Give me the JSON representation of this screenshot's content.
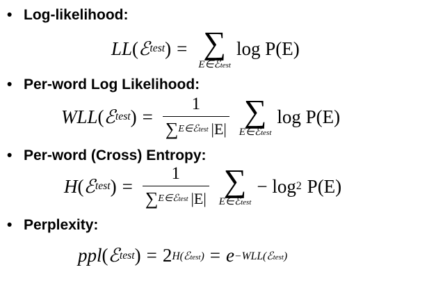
{
  "items": [
    {
      "label": "Log-likelihood:",
      "lhs": "LL",
      "arg": "ℰ",
      "arg_sub": "test",
      "sum_sub": "E∈ℰ",
      "sum_sub2": "test",
      "term": "log P(E)"
    },
    {
      "label": "Per-word Log Likelihood:",
      "lhs": "WLL",
      "arg": "ℰ",
      "arg_sub": "test",
      "frac_num": "1",
      "frac_den_sub": "E∈ℰ",
      "frac_den_sub2": "test",
      "frac_den_term": "|E|",
      "sum_sub": "E∈ℰ",
      "sum_sub2": "test",
      "term": "log P(E)"
    },
    {
      "label": "Per-word (Cross) Entropy:",
      "lhs": "H",
      "arg": "ℰ",
      "arg_sub": "test",
      "frac_num": "1",
      "frac_den_sub": "E∈ℰ",
      "frac_den_sub2": "test",
      "frac_den_term": "|E|",
      "sum_sub": "E∈ℰ",
      "sum_sub2": "test",
      "term_prefix": "− log",
      "term_log_base": "2",
      "term": "P(E)"
    },
    {
      "label": "Perplexity:",
      "lhs": "ppl",
      "arg": "ℰ",
      "arg_sub": "test",
      "base1": "2",
      "exp1": "H(ℰ",
      "exp1_sub": "test",
      "exp1_close": ")",
      "base2": "e",
      "exp2": "−WLL(ℰ",
      "exp2_sub": "test",
      "exp2_close": ")"
    }
  ],
  "bullet_glyph": "•"
}
